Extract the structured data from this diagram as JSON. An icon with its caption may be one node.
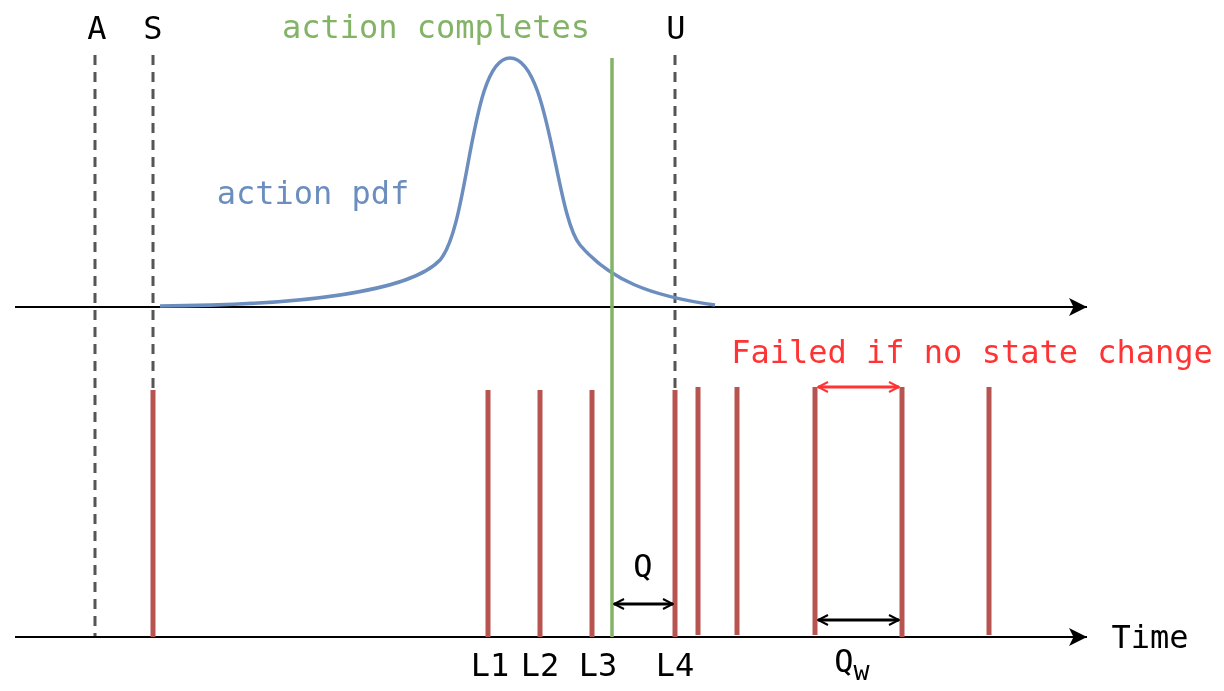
{
  "diagram": {
    "labels": [
      "A",
      "S",
      "action completes",
      "U",
      "action pdf",
      "Failed if no state change",
      "Q",
      "Time",
      "L1",
      "L2",
      "L3",
      "L4",
      "Q$_{w}$"
    ]
  }
}
